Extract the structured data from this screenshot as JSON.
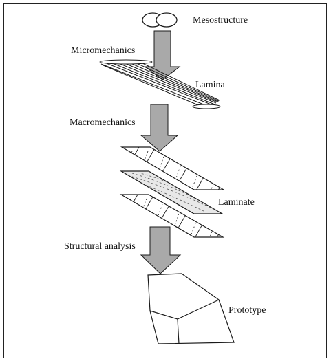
{
  "diagram": {
    "labels": {
      "mesostructure": "Mesostructure",
      "micromechanics": "Micromechanics",
      "lamina": "Lamina",
      "macromechanics": "Macromechanics",
      "laminate": "Laminate",
      "structural_analysis": "Structural analysis",
      "prototype": "Prototype"
    },
    "colors": {
      "arrow_fill": "#a9a9a9",
      "stroke": "#1a1a1a",
      "laminate_middle_fill": "#e8e8e8"
    }
  }
}
